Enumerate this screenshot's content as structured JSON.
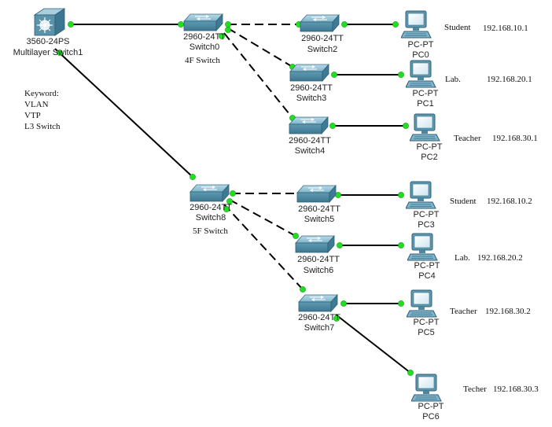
{
  "keyword": {
    "title": "Keyword:",
    "items": [
      "VLAN",
      "VTP",
      "L3 Switch"
    ]
  },
  "devices": {
    "ms1": {
      "model": "3560-24PS",
      "name": "Multilayer Switch1"
    },
    "sw0": {
      "model": "2960-24TT",
      "name": "Switch0",
      "note": "4F Switch"
    },
    "sw2": {
      "model": "2960-24TT",
      "name": "Switch2"
    },
    "sw3": {
      "model": "2960-24TT",
      "name": "Switch3"
    },
    "sw4": {
      "model": "2960-24TT",
      "name": "Switch4"
    },
    "sw8": {
      "model": "2960-24TT",
      "name": "Switch8",
      "note": "5F Switch"
    },
    "sw5": {
      "model": "2960-24TT",
      "name": "Switch5"
    },
    "sw6": {
      "model": "2960-24TT",
      "name": "Switch6"
    },
    "sw7": {
      "model": "2960-24TT",
      "name": "Switch7"
    },
    "pc0": {
      "model": "PC-PT",
      "name": "PC0",
      "role": "Student",
      "ip": "192.168.10.1"
    },
    "pc1": {
      "model": "PC-PT",
      "name": "PC1",
      "role": "Lab.",
      "ip": "192.168.20.1"
    },
    "pc2": {
      "model": "PC-PT",
      "name": "PC2",
      "role": "Teacher",
      "ip": "192.168.30.1"
    },
    "pc3": {
      "model": "PC-PT",
      "name": "PC3",
      "role": "Student",
      "ip": "192.168.10.2"
    },
    "pc4": {
      "model": "PC-PT",
      "name": "PC4",
      "role": "Lab.",
      "ip": "192.168.20.2"
    },
    "pc5": {
      "model": "PC-PT",
      "name": "PC5",
      "role": "Teacher",
      "ip": "192.168.30.2"
    },
    "pc6": {
      "model": "PC-PT",
      "name": "PC6",
      "role": "Techer",
      "ip": "192.168.30.3"
    }
  },
  "colors": {
    "link": "#000000",
    "port_up": "#22dd22",
    "switch_body": "#5a93ad",
    "switch_top": "#8ec0d4",
    "pc_body": "#6ea6bf"
  },
  "icons": {
    "multilayer": "multilayer-switch-icon",
    "switch": "switch-icon",
    "pc": "pc-icon"
  }
}
